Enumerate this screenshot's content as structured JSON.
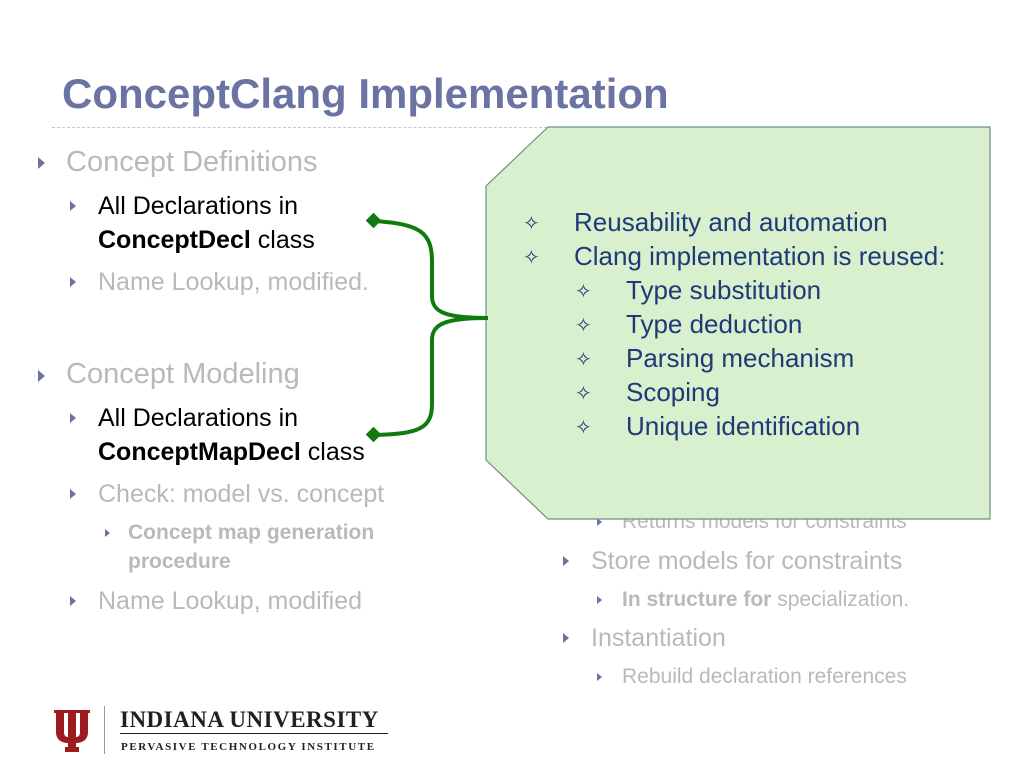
{
  "slide": {
    "title": "ConceptClang Implementation"
  },
  "left": {
    "definitions": {
      "heading": "Concept Definitions",
      "item1_line1": "All Declarations in",
      "item1_bold": "ConceptDecl",
      "item1_rest": " class",
      "item2": "Name Lookup, modified."
    },
    "modeling": {
      "heading": "Concept Modeling",
      "item1_line1": "All Declarations in",
      "item1_bold": "ConceptMapDecl",
      "item1_rest": " class",
      "item2": "Check: model vs. concept",
      "sub1_line1": "Concept map generation",
      "sub1_line2": "procedure",
      "item3": "Name Lookup, modified"
    }
  },
  "right": {
    "partial_hidden": "Returns models for constraints",
    "store": "Store models for constraints",
    "store_sub_bold": "In structure for",
    "store_sub_rest": " specialization.",
    "instantiation": "Instantiation",
    "instantiation_sub": "Rebuild declaration references"
  },
  "callout": {
    "items": [
      {
        "level": 1,
        "text": "Reusability and automation"
      },
      {
        "level": 1,
        "text": "Clang implementation is reused:"
      },
      {
        "level": 2,
        "text": "Type substitution"
      },
      {
        "level": 2,
        "text": "Type deduction"
      },
      {
        "level": 2,
        "text": "Parsing mechanism"
      },
      {
        "level": 2,
        "text": "Scoping"
      },
      {
        "level": 2,
        "text": "Unique identification"
      }
    ],
    "bullet_glyph": "✧",
    "fill_color": "#d9f0cf",
    "border_color": "#6e8f7e",
    "brace_color": "#117a0e"
  },
  "logo": {
    "name": "INDIANA UNIVERSITY",
    "subtitle": "PERVASIVE TECHNOLOGY INSTITUTE",
    "mark_color": "#9d1b1e"
  }
}
